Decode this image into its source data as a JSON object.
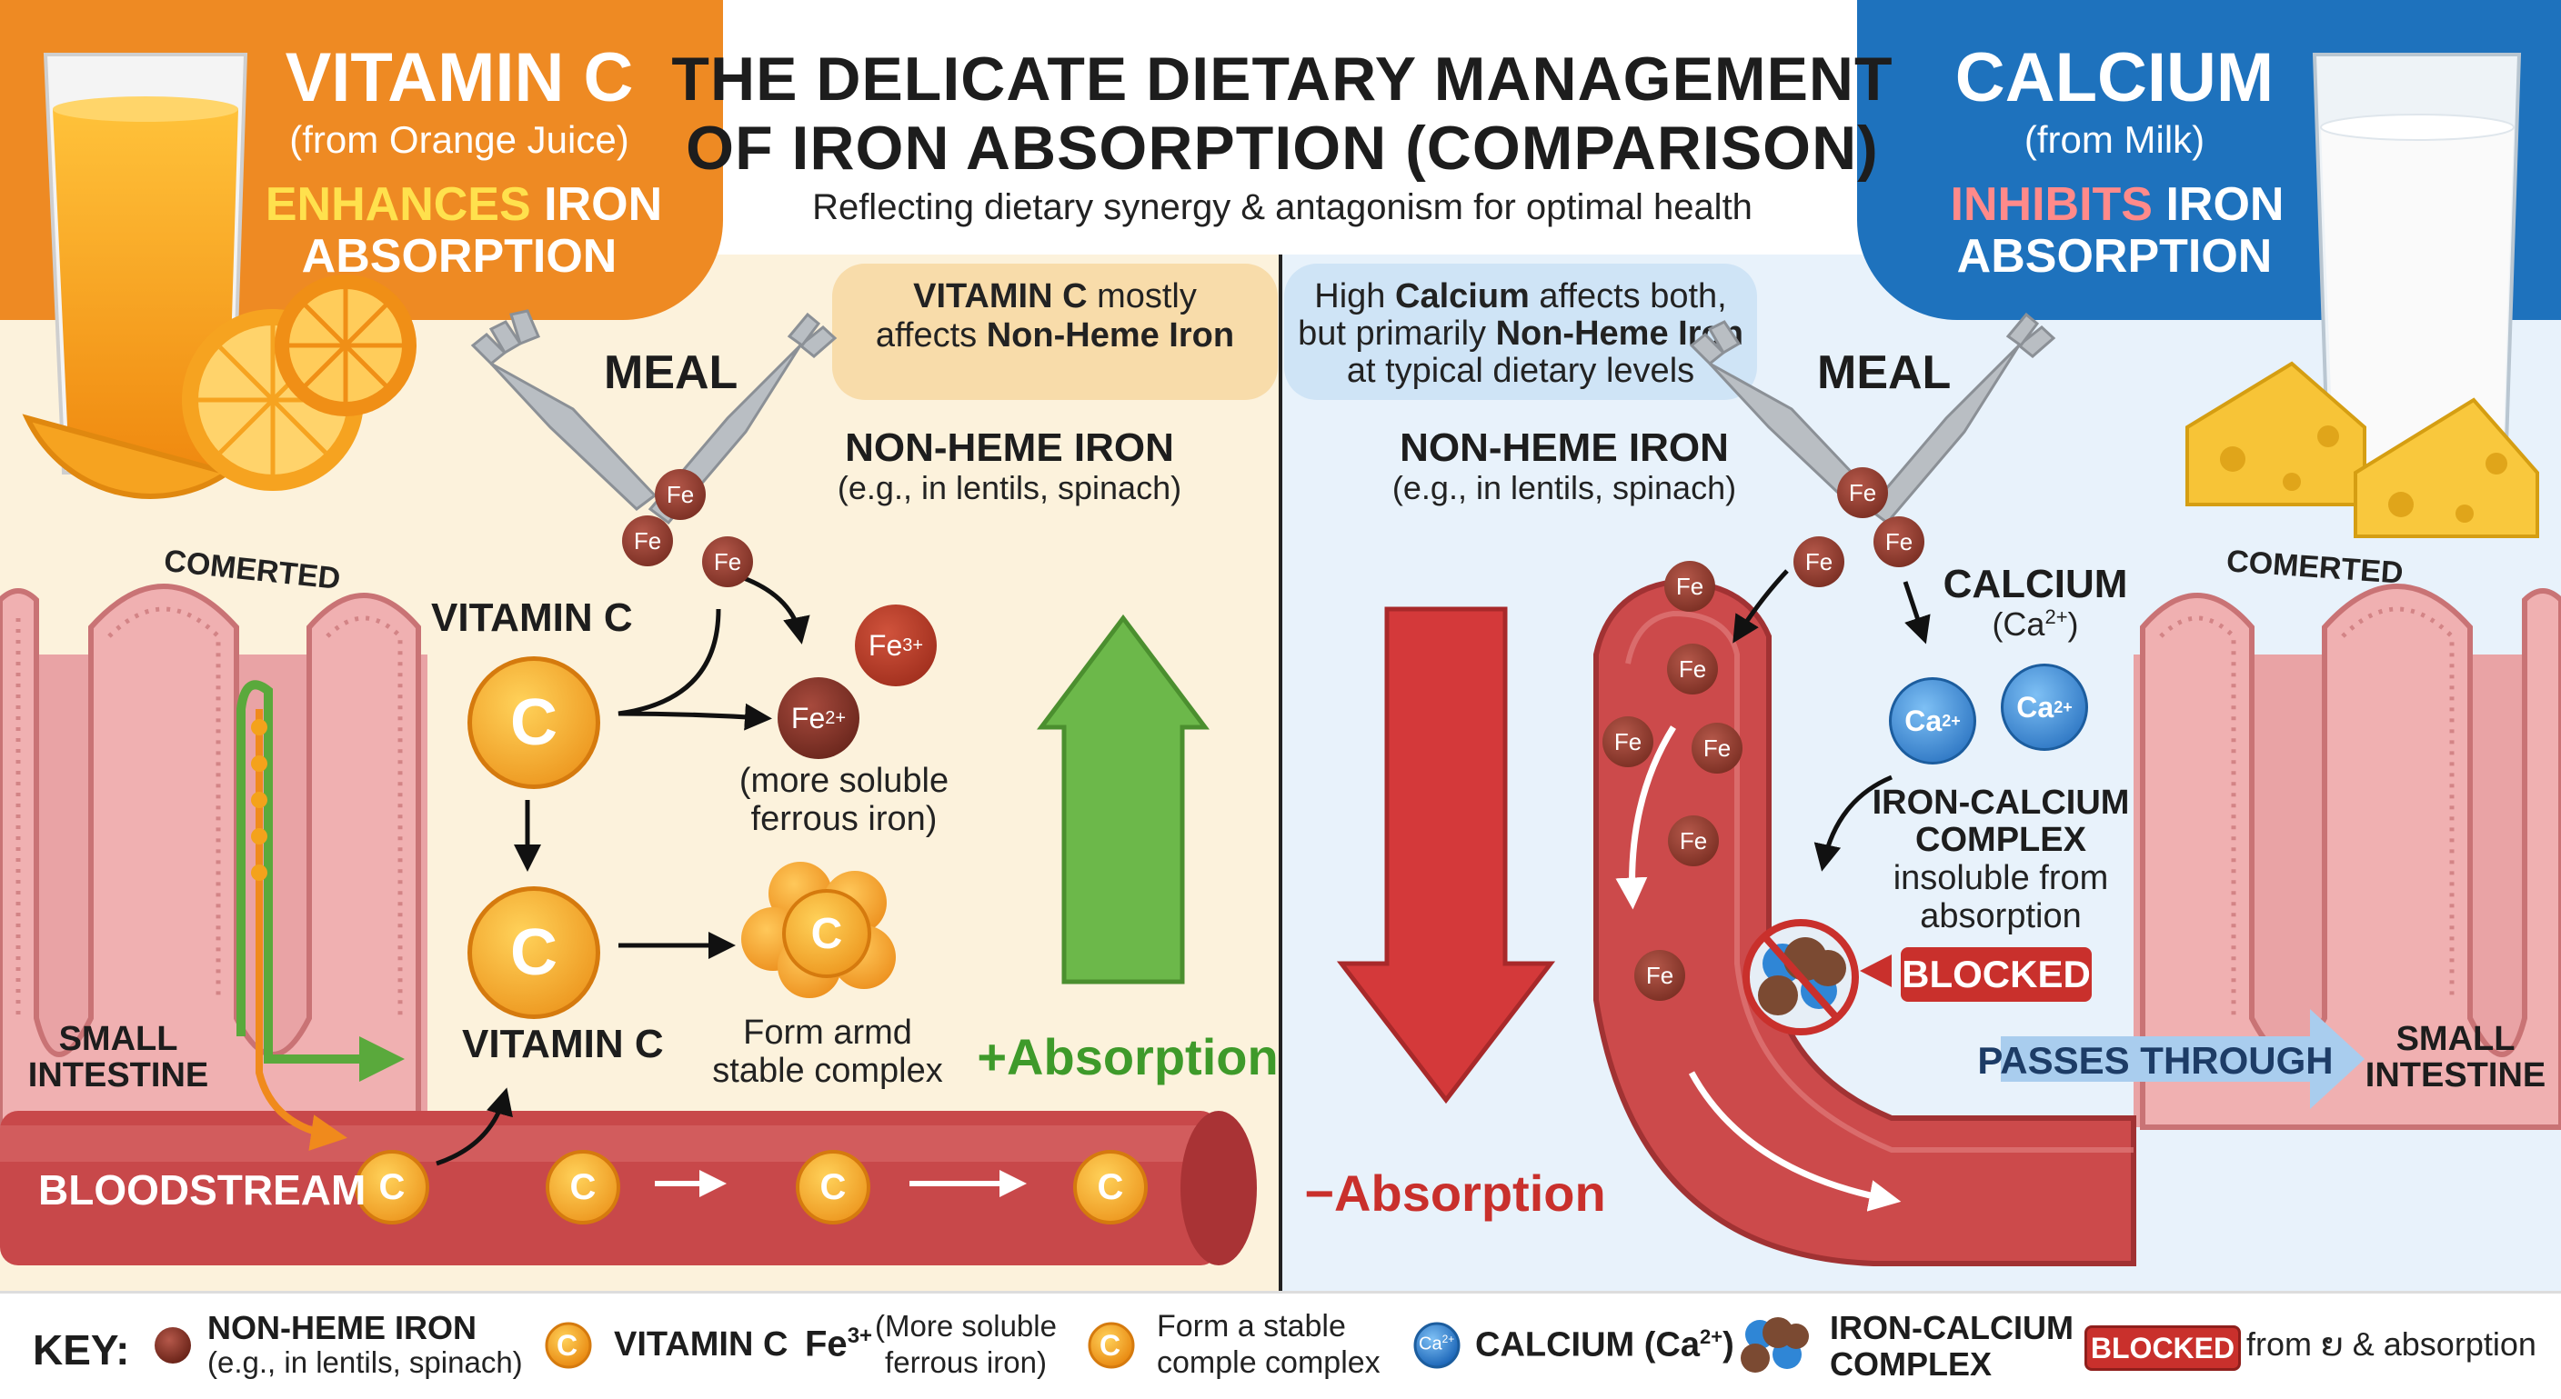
{
  "header": {
    "title_line1": "THE DELICATE DIETARY MANAGEMENT",
    "title_line2": "OF IRON ABSORPTION (COMPARISON)",
    "subtitle": "Reflecting dietary synergy & antagonism for optimal health"
  },
  "left_panel": {
    "title": "VITAMIN C",
    "source": "(from Orange Juice)",
    "effect_word": "ENHANCES",
    "effect_rest": " IRON",
    "effect_line2": "ABSORPTION",
    "callout_line1_bold": "VITAMIN C",
    "callout_line1_rest": " mostly",
    "callout_line2_pre": "affects ",
    "callout_line2_bold": "Non-Heme Iron",
    "meal_label": "MEAL",
    "iron_label": "NON-HEME IRON",
    "iron_example": "(e.g., in lentils, spinach)",
    "converted_label": "COMERTED",
    "vitc_label_top": "VITAMIN C",
    "vitc_label_bottom": "VITAMIN C",
    "fe_symbol": "Fe",
    "fe3_symbol": "Fe",
    "fe3_charge": "3+",
    "fe2_symbol": "Fe",
    "fe2_charge": "2+",
    "soluble_line1": "(more soluble",
    "soluble_line2": "ferrous iron)",
    "complex_line1": "Form armd",
    "complex_line2": "stable complex",
    "vitc_symbol": "C",
    "absorption_label": "+Absorption",
    "intestine_line1": "SMALL",
    "intestine_line2": "INTESTINE",
    "bloodstream_label": "BLOODSTREAM"
  },
  "right_panel": {
    "title": "CALCIUM",
    "source": "(from Milk)",
    "effect_word": "INHIBITS",
    "effect_rest": " IRON",
    "effect_line2": "ABSORPTION",
    "callout_line1_pre": "High ",
    "callout_line1_bold": "Calcium",
    "callout_line1_rest": " affects both,",
    "callout_line2_pre": "but primarily ",
    "callout_line2_bold": "Non-Heme Iron",
    "callout_line3": "at typical dietary levels",
    "meal_label": "MEAL",
    "iron_label": "NON-HEME IRON",
    "iron_example": "(e.g., in lentils, spinach)",
    "converted_label": "COMERTED",
    "calcium_label": "CALCIUM",
    "calcium_ion_label": "(Ca",
    "calcium_ion_charge": "2+",
    "calcium_ion_close": ")",
    "ca_symbol": "Ca",
    "ca_charge": "2+",
    "fe_symbol": "Fe",
    "complex_line1": "IRON-CALCIUM",
    "complex_line2": "COMPLEX",
    "complex_line3": "insoluble from",
    "complex_line4": "absorption",
    "blocked_label": "BLOCKED",
    "absorption_label": "−Absorption",
    "passes_label": "PASSES THROUGH",
    "intestine_line1": "SMALL",
    "intestine_line2": "INTESTINE"
  },
  "key": {
    "label": "KEY:",
    "iron_line1": "NON-HEME IRON",
    "iron_line2": "(e.g., in lentils, spinach)",
    "vitc_symbol": "C",
    "vitc_label": "VITAMIN C",
    "fe3_symbol": "Fe",
    "fe3_charge": "3+",
    "fe3_line1": "(More soluble",
    "fe3_line2": "ferrous iron)",
    "stable_line1": "Form a stable",
    "stable_line2": "comple complex",
    "ca_symbol": "Ca",
    "ca_charge": "2+",
    "ca_label": "CALCIUM (Ca",
    "ca_label_charge": "2+",
    "ca_label_close": ")",
    "complex_line1": "IRON-CALCIUM",
    "complex_line2": "COMPLEX",
    "blocked_badge": "BLOCKED",
    "blocked_text": "from ຍ & absorption"
  },
  "colors": {
    "orange": "#ee8a23",
    "blue": "#1e72bd",
    "vitc_gold": "#f4a21b",
    "iron_brown": "#8e3a2c",
    "calcium_blue": "#2f86d6",
    "green_arrow": "#5aa93c",
    "red_arrow": "#d4393a",
    "blood_red": "#c8484a",
    "left_bg": "#fcf2dc",
    "right_bg": "#e8f2fb"
  }
}
